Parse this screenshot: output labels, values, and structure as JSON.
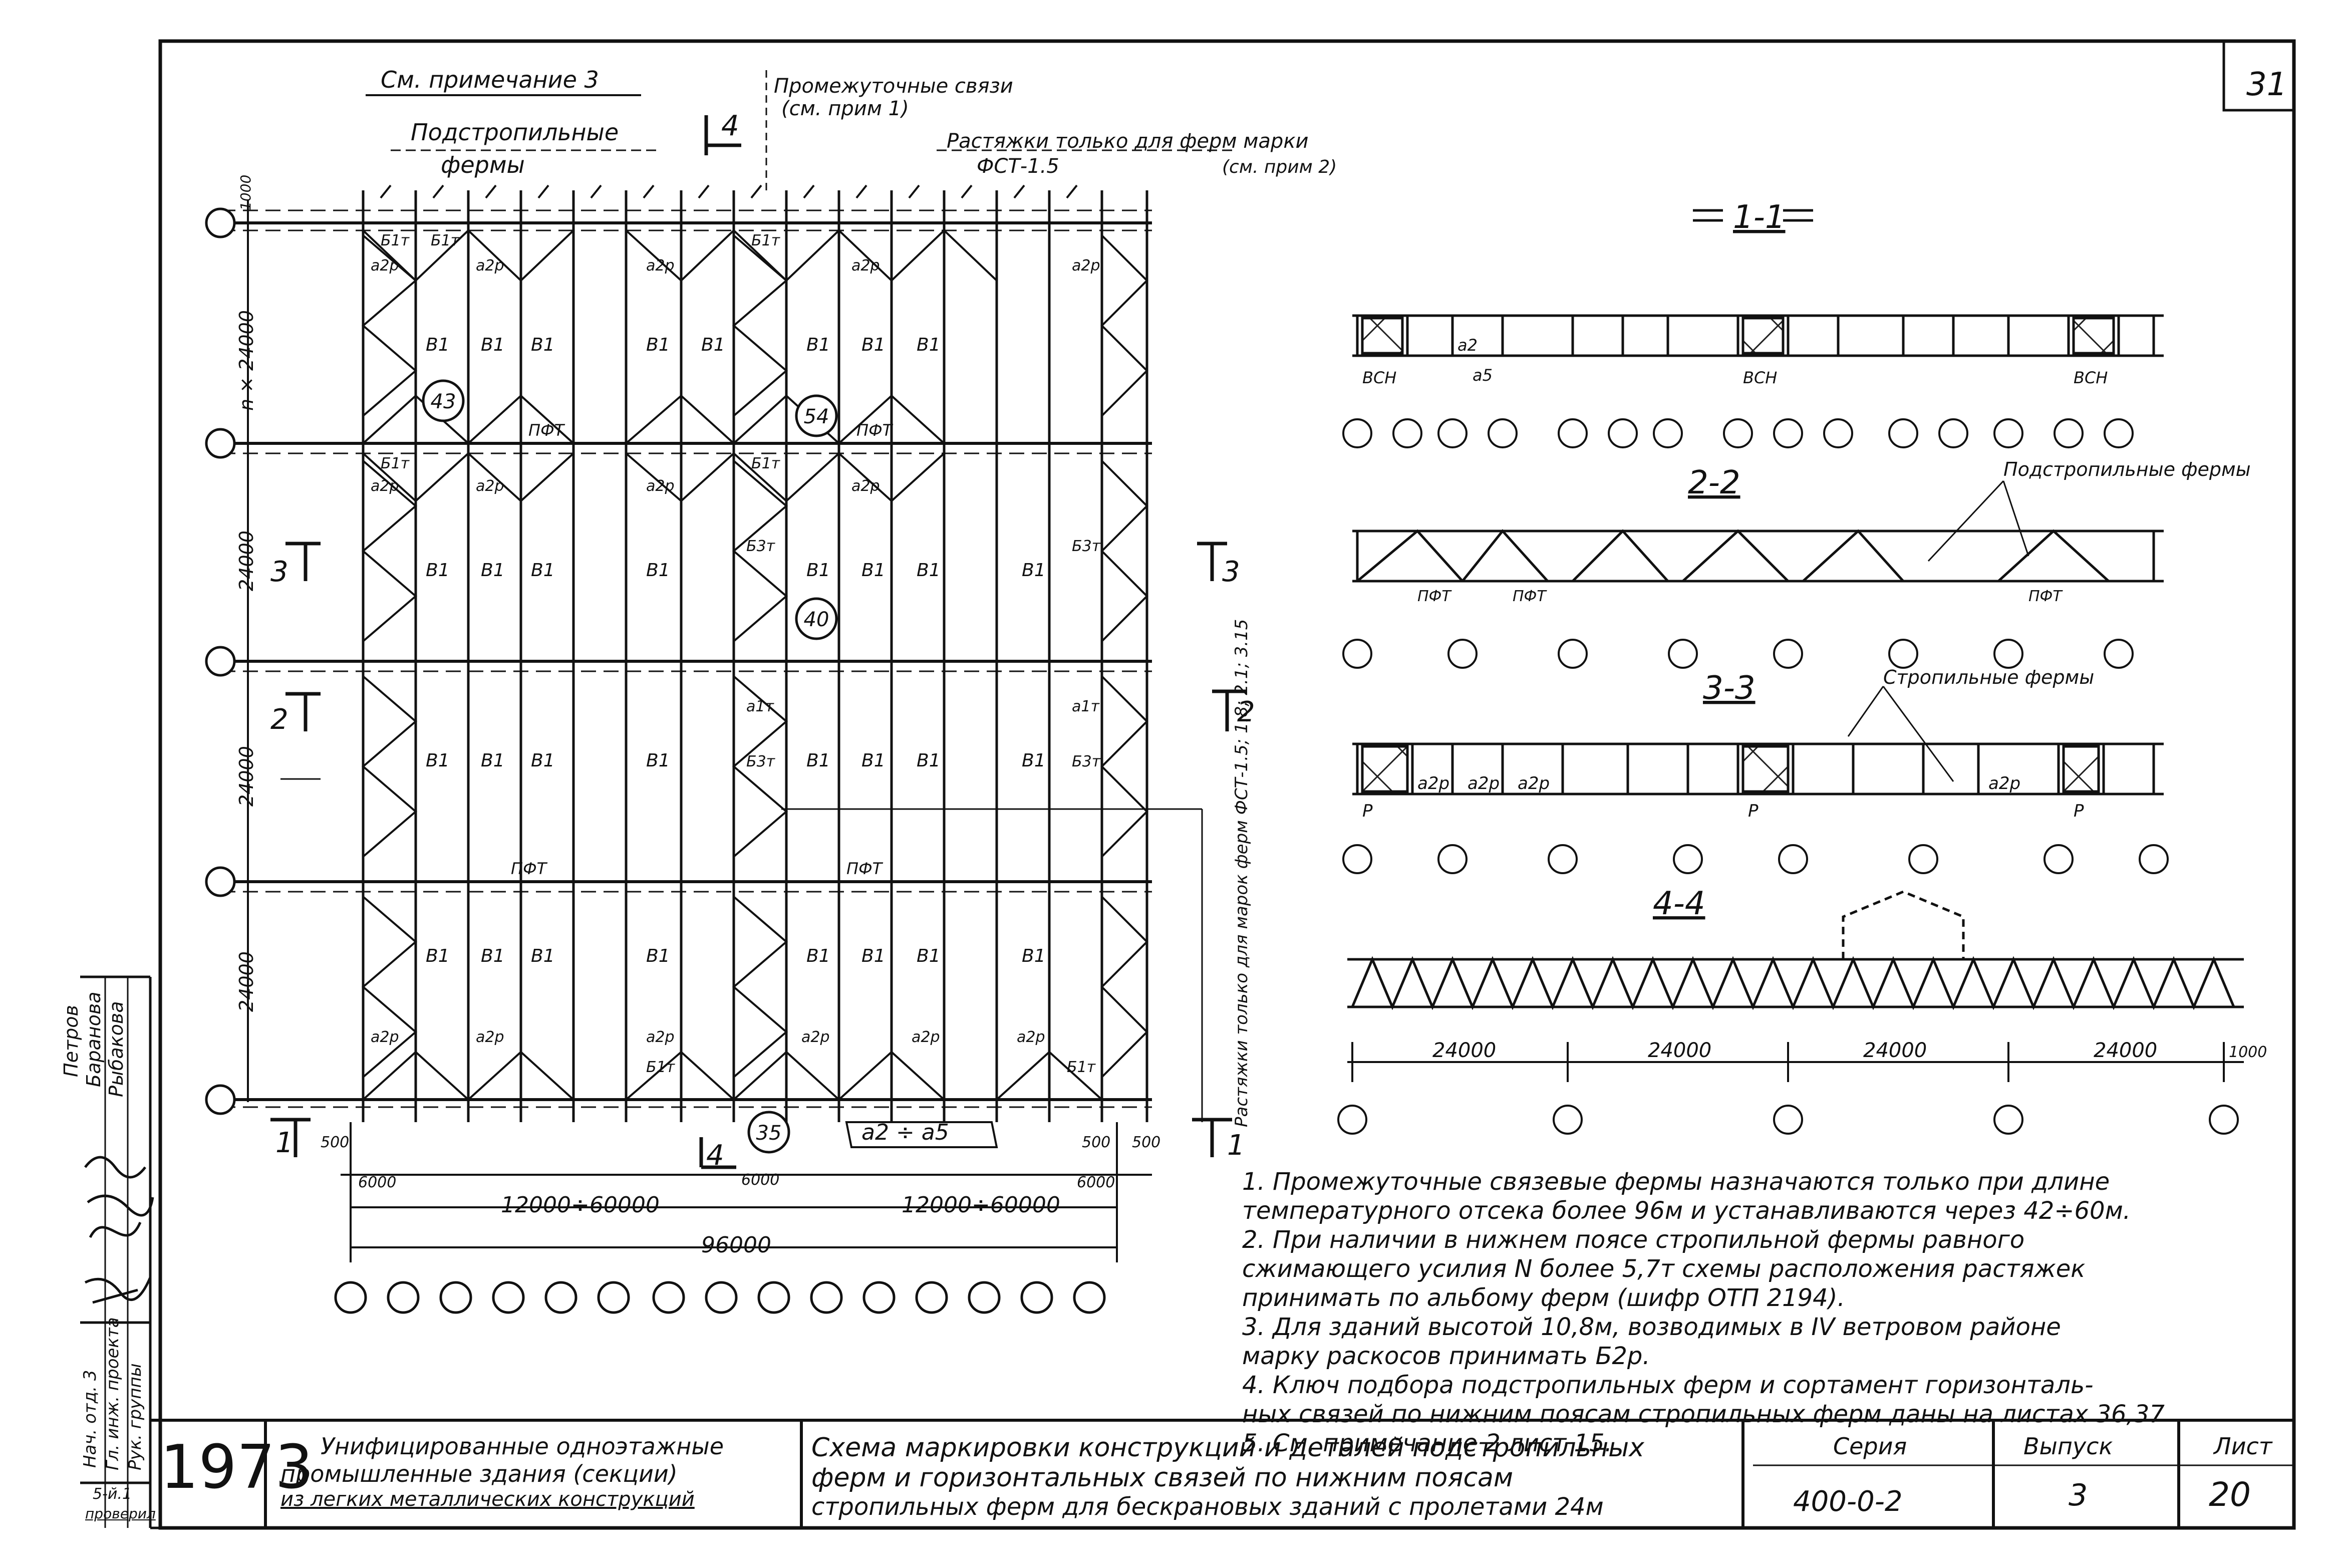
{
  "sheet_number": "31",
  "top_callouts": {
    "note3": "См. примечание 3",
    "sub_trusses_1": "Подстропильные",
    "sub_trusses_2": "фермы",
    "section4": "4",
    "intermediate_1": "Промежуточные связи",
    "intermediate_2": "(см. прим 1)",
    "stretch_1": "Растяжки только для ферм марки",
    "stretch_2": "ФСТ-1.5",
    "stretch_3": "(см. прим 2)"
  },
  "plan": {
    "dim_n24": "n × 24000",
    "dim_24_a": "24000",
    "dim_24_b": "24000",
    "dim_24_c": "24000",
    "dim_1000": "1000",
    "dim_500_left": "500",
    "dim_500_r1": "500",
    "dim_500_r2": "500",
    "dim_6000_a": "6000",
    "dim_6000_b": "6000",
    "dim_6000_c": "6000",
    "dim_range_left": "12000÷60000",
    "dim_range_right": "12000÷60000",
    "dim_total": "96000",
    "cut3_left": "3",
    "cut3_right": "3",
    "cut2_left": "2",
    "cut2_right": "2",
    "cut1_left": "1",
    "cut1_right": "1",
    "cut4_bottom": "4",
    "circle_43": "43",
    "circle_54": "54",
    "circle_40": "40",
    "circle_35": "35",
    "label_pft": "ПФТ",
    "label_b1": "B1",
    "label_b1t": "Б1т",
    "label_a2p": "a2p",
    "label_a1t": "a1т",
    "label_b3t": "Б3т",
    "range_a2a5": "a2 ÷ a5",
    "side_note": "Растяжки только для марок ферм ФСТ-1.5; 1.8; 2.1; 3.15"
  },
  "sections": {
    "s11": "1-1",
    "s22": "2-2",
    "s33": "3-3",
    "s44": "4-4",
    "label_podstrop": "Подстропильные фермы",
    "label_strop": "Стропильные фермы",
    "lbl_bsn": "ВСН",
    "lbl_a5": "a5",
    "lbl_a2": "a2",
    "lbl_pft": "ПФТ",
    "lbl_p": "P",
    "lbl_a2p": "a2p",
    "dim4_a": "24000",
    "dim4_b": "24000",
    "dim4_c": "24000",
    "dim4_d": "24000",
    "dim4_e": "1000"
  },
  "notes": [
    "1. Промежуточные связевые фермы назначаются только при длине",
    "температурного отсека более 96м и устанавливаются через 42÷60м.",
    "2. При наличии в нижнем поясе стропильной фермы равного",
    "сжимающего усилия N более 5,7т схемы расположения растяжек",
    "принимать по альбому ферм (шифр ОТП 2194).",
    "3. Для зданий высотой 10,8м, возводимых в IV ветровом районе",
    "марку раскосов принимать Б2р.",
    "4. Ключ подбора подстропильных ферм и сортамент горизонталь-",
    "ных связей по нижним поясам стропильных ферм даны на листах 36,37",
    "5. См. примечание 2 лист 15."
  ],
  "title_block": {
    "year": "1973",
    "org_line1": "Унифицированные одноэтажные",
    "org_line2": "промышленные здания (секции)",
    "org_line3": "из легких металлических конструкций",
    "title_line1": "Схема маркировки конструкций и деталей подстропильных",
    "title_line2": "ферм и горизонтальных связей по нижним поясам",
    "title_line3": "стропильных ферм для бескрановых зданий с пролетами 24м",
    "series_label": "Серия",
    "series_value": "400-0-2",
    "issue_label": "Выпуск",
    "issue_value": "3",
    "sheet_label": "Лист",
    "sheet_value": "20"
  },
  "stamp": {
    "names_1": "Петров",
    "names_2": "Баранова",
    "names_3": "Рыбакова",
    "role_1": "Нач. отд. 3",
    "role_2": "Гл. инж. проекта",
    "role_3": "Рук. группы",
    "date": "5-й.1",
    "mark": "проверил"
  }
}
